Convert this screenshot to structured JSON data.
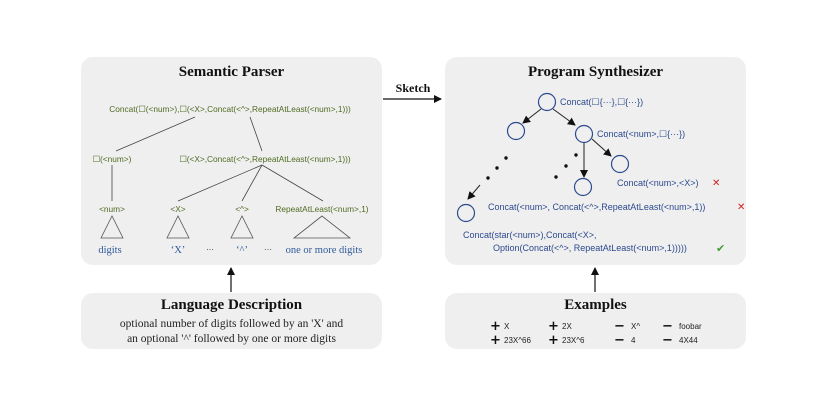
{
  "sketch_label": "Sketch",
  "semantic_parser": {
    "title": "Semantic Parser",
    "root": "Concat(☐(<num>),☐(<X>,Concat(<^>,RepeatAtLeast(<num>,1)))",
    "left_child": "☐(<num>)",
    "right_child": "☐(<X>,Concat(<^>,RepeatAtLeast(<num>,1)))",
    "leaves": [
      "<num>",
      "<X>",
      "<^>",
      "RepeatAtLeast(<num>,1)"
    ],
    "words": [
      "digits",
      "‘X’",
      "‘^’",
      "one or more digits"
    ],
    "ellipsis": "···"
  },
  "program_synthesizer": {
    "title": "Program Synthesizer",
    "node_root": "Concat(☐{···},☐{···})",
    "node_right": "Concat(<num>,☐{···})",
    "fail_1": "Concat(<num>,<X>)",
    "fail_2": "Concat(<num>, Concat(<^>,RepeatAtLeast(<num>,1))",
    "success_line1": "Concat(star(<num>),Concat(<X>,",
    "success_line2": "Option(Concat(<^>, RepeatAtLeast(<num>,1)))))",
    "fail_mark": "✕",
    "success_mark": "✔",
    "colors": {
      "node": "#2c4a8e",
      "fail": "#cc2222",
      "success": "#4a9a3a"
    }
  },
  "language_description": {
    "title": "Language Description",
    "line1": "optional number of digits followed by an 'X' and",
    "line2": "an optional '^' followed by one or more digits"
  },
  "examples": {
    "title": "Examples",
    "row1": [
      {
        "sign": "+",
        "text": "X"
      },
      {
        "sign": "+",
        "text": "2X"
      },
      {
        "sign": "−",
        "text": "X^"
      },
      {
        "sign": "−",
        "text": "foobar"
      }
    ],
    "row2": [
      {
        "sign": "+",
        "text": "23X^66"
      },
      {
        "sign": "+",
        "text": "23X^6"
      },
      {
        "sign": "−",
        "text": "4"
      },
      {
        "sign": "−",
        "text": "4X44"
      }
    ]
  }
}
